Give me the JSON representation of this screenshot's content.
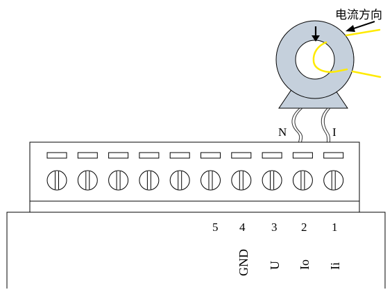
{
  "sensor": {
    "direction_label": "电流方向",
    "lead_labels": [
      "N",
      "I"
    ]
  },
  "terminal_block": {
    "terminal_count": 10
  },
  "enclosure": {
    "pin_numbers": [
      "5",
      "4",
      "3",
      "2",
      "1"
    ],
    "pin_labels": [
      "GND",
      "U",
      "Io",
      "Ii"
    ]
  },
  "colors": {
    "sensor_fill": "#c5d0dc",
    "wire_yellow": "#ffea00",
    "outline": "#000000",
    "background": "#ffffff"
  },
  "icons": [
    "current-direction-arrow-icon",
    "screw-terminal-icon"
  ]
}
